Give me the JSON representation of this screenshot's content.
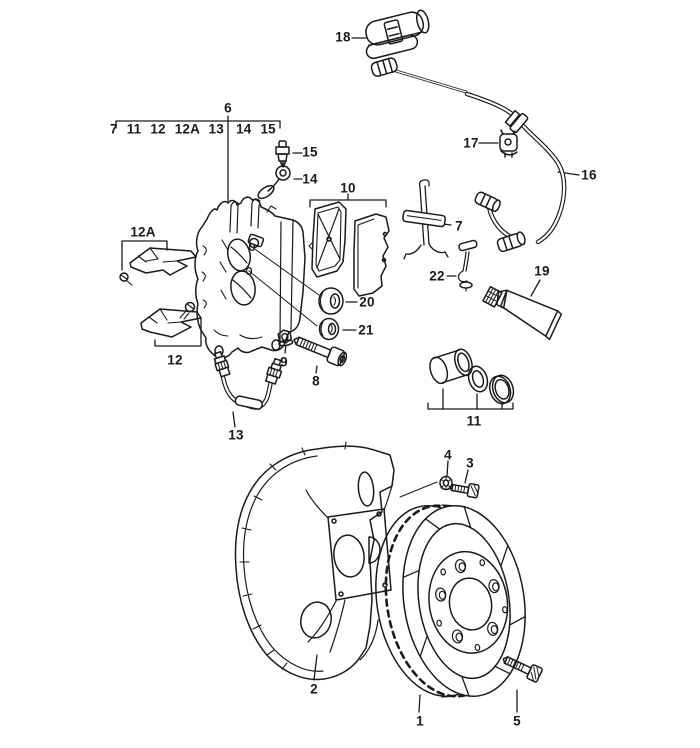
{
  "colors": {
    "background": "#ffffff",
    "ink": "#1a1a1a"
  },
  "header": {
    "group_label": "6",
    "left_items": "7 11 12 12A 13",
    "right_items": "14 15"
  },
  "callouts": {
    "brake_disc": "1",
    "splash_shield": "2",
    "hex_bolt": "3",
    "flange_nut": "4",
    "wheel_bolt": "5",
    "spreader_spring": "7",
    "socket_bolt": "8",
    "nut": "9",
    "brake_pads": "10",
    "repair_kit": "11",
    "retaining_plate": "12",
    "retaining_plate_a": "12A",
    "brake_hose": "13",
    "banjo_bolt": "14",
    "bleeder_valve": "15",
    "sensor_cable": "16",
    "clip": "17",
    "clamp": "18",
    "grease_tube": "19",
    "cap_large": "20",
    "cap_small": "21",
    "retainer": "22"
  }
}
